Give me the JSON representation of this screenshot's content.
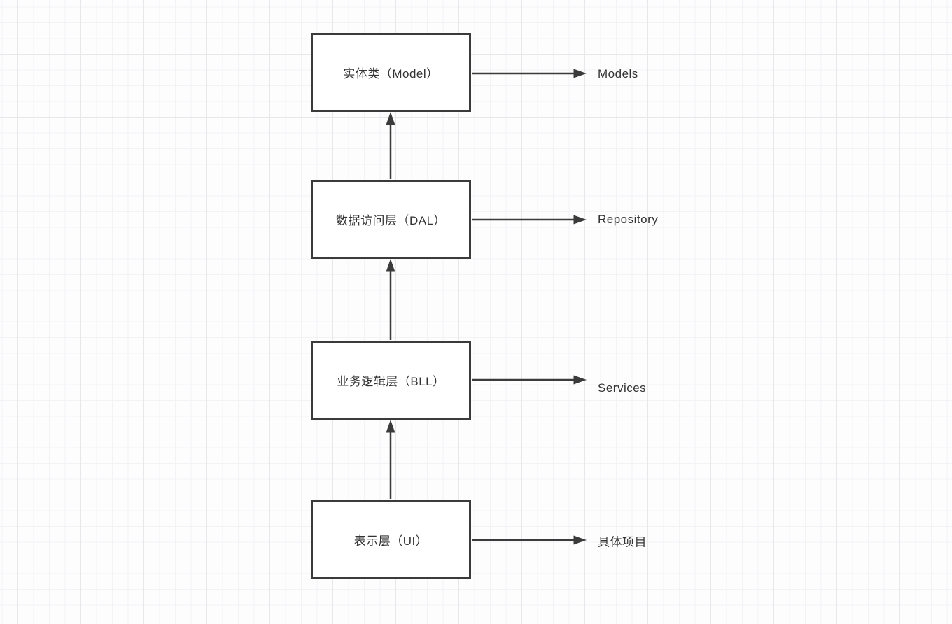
{
  "diagram": {
    "title_hint": "layered architecture diagram",
    "colors": {
      "stroke": "#3b3b3b",
      "text": "#333333",
      "node_fill": "#ffffff",
      "grid_minor": "#f3f3f5",
      "grid_major": "#e8e8eb",
      "canvas_background": "#fdfdfe"
    },
    "nodes": [
      {
        "id": "model",
        "label": "实体类（Model）"
      },
      {
        "id": "dal",
        "label": "数据访问层（DAL）"
      },
      {
        "id": "bll",
        "label": "业务逻辑层（BLL）"
      },
      {
        "id": "ui",
        "label": "表示层（UI）"
      }
    ],
    "edges": [
      {
        "from": "ui",
        "to": "bll",
        "direction": "up"
      },
      {
        "from": "bll",
        "to": "dal",
        "direction": "up"
      },
      {
        "from": "dal",
        "to": "model",
        "direction": "up"
      }
    ],
    "annotations": [
      {
        "for": "model",
        "label": "Models"
      },
      {
        "for": "dal",
        "label": "Repository"
      },
      {
        "for": "bll",
        "label": "Services"
      },
      {
        "for": "ui",
        "label": "具体项目"
      }
    ]
  }
}
